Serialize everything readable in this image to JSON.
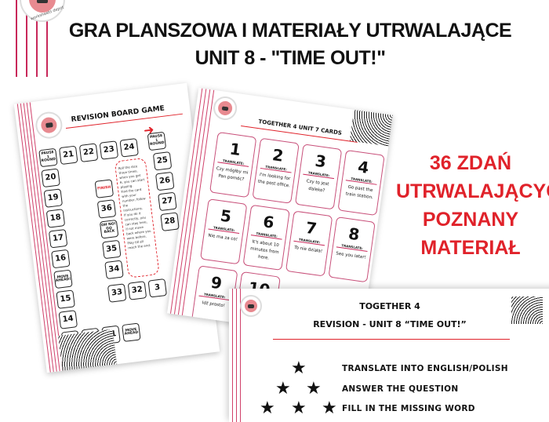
{
  "header": {
    "title_line1": "GRA PLANSZOWA I MATERIAŁY UTRWALAJĄCE",
    "title_line2": "UNIT 8 - \"TIME OUT!\"",
    "logo_text": "worksheets depot"
  },
  "board_page": {
    "title": "REVISION BOARD GAME",
    "cells": [
      "PAUSE 1 ROUND",
      "21",
      "22",
      "23",
      "24",
      "PAUSE 1 ROUND",
      "20",
      "19",
      "18",
      "17",
      "16",
      "MOVE AHEAD!",
      "15",
      "14",
      "13",
      "12",
      "11",
      "MOVE AHEAD",
      "25",
      "26",
      "27",
      "28",
      "FINISH",
      "36",
      "OH NO! GO BACK",
      "35",
      "34",
      "33",
      "32",
      "3"
    ],
    "instructions": [
      "Roll the dice three times, when you get 6, you can start playing.",
      "Find the card with your number, follow the instructions.",
      "If you do it correctly, you can stay here, if not move back where you were before.",
      "Play till all reach the end."
    ]
  },
  "cards_page": {
    "title": "TOGETHER 4 UNIT 7 CARDS",
    "label": "TRANSLATE:",
    "cards": [
      {
        "num": "1",
        "text": "Czy mógłby mi Pan pomóc?"
      },
      {
        "num": "2",
        "text": "I'm looking for the post office."
      },
      {
        "num": "3",
        "text": "Czy to jest daleko?"
      },
      {
        "num": "4",
        "text": "Go past the train station."
      },
      {
        "num": "5",
        "text": "Nie ma za co!"
      },
      {
        "num": "6",
        "text": "It's about 10 minutes from here."
      },
      {
        "num": "7",
        "text": "To nie działa!"
      },
      {
        "num": "8",
        "text": "See you later!"
      },
      {
        "num": "9",
        "text": "Idź prosto!"
      },
      {
        "num": "10",
        "text": ""
      }
    ]
  },
  "promo": {
    "lines": [
      "36 ZDAŃ",
      "UTRWALAJĄCYCH",
      "POZNANY",
      "MATERIAŁ"
    ],
    "color": "#e0222a"
  },
  "revision_page": {
    "title_line1": "TOGETHER 4",
    "title_line2": "REVISION - UNIT 8 “TIME OUT!”",
    "tasks": [
      "TRANSLATE INTO ENGLISH/POLISH",
      "ANSWER THE QUESTION",
      "FILL IN THE MISSING WORD"
    ]
  }
}
